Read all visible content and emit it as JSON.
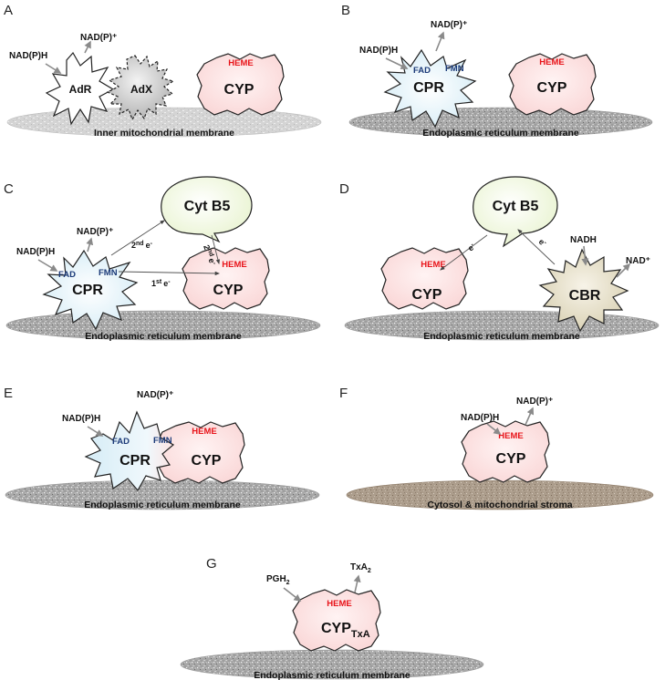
{
  "panels": {
    "A": {
      "letter": "A",
      "cofactor_in": "NAD(P)H",
      "cofactor_out": "NAD(P)⁺",
      "adr": "AdR",
      "adx": "AdX",
      "cyp": "CYP",
      "heme": "HEME",
      "membrane": "Inner mitochondrial membrane"
    },
    "B": {
      "letter": "B",
      "cofactor_in": "NAD(P)H",
      "cofactor_out": "NAD(P)⁺",
      "cpr": "CPR",
      "fad": "FAD",
      "fmn": "FMN",
      "cyp": "CYP",
      "heme": "HEME",
      "membrane": "Endoplasmic reticulum membrane"
    },
    "C": {
      "letter": "C",
      "cofactor_in": "NAD(P)H",
      "cofactor_out": "NAD(P)⁺",
      "cpr": "CPR",
      "fad": "FAD",
      "fmn": "FMN",
      "cytb5": "Cyt B5",
      "cyp": "CYP",
      "heme": "HEME",
      "e2_label": "2",
      "e2_sup": "nd",
      "e1_label": "1",
      "e1_sup": "st",
      "e_symbol": "e",
      "e_charge": "-",
      "membrane": "Endoplasmic reticulum membrane"
    },
    "D": {
      "letter": "D",
      "cytb5": "Cyt B5",
      "cyp": "CYP",
      "heme": "HEME",
      "cbr": "CBR",
      "nadh": "NADH",
      "nad_plus": "NAD⁺",
      "e_symbol": "e",
      "e_charge": "-",
      "membrane": "Endoplasmic reticulum membrane"
    },
    "E": {
      "letter": "E",
      "cofactor_in": "NAD(P)H",
      "cofactor_out": "NAD(P)⁺",
      "cpr": "CPR",
      "fad": "FAD",
      "fmn": "FMN",
      "cyp": "CYP",
      "heme": "HEME",
      "membrane": "Endoplasmic reticulum membrane"
    },
    "F": {
      "letter": "F",
      "cofactor_in": "NAD(P)H",
      "cofactor_out": "NAD(P)⁺",
      "cyp": "CYP",
      "heme": "HEME",
      "membrane": "Cytosol & mitochondrial stroma"
    },
    "G": {
      "letter": "G",
      "substrate": "PGH",
      "substrate_sub": "2",
      "product": "TxA",
      "product_sub": "2",
      "cyp": "CYP",
      "cyp_sub": "TxA",
      "heme": "HEME",
      "membrane": "Endoplasmic reticulum membrane"
    }
  }
}
